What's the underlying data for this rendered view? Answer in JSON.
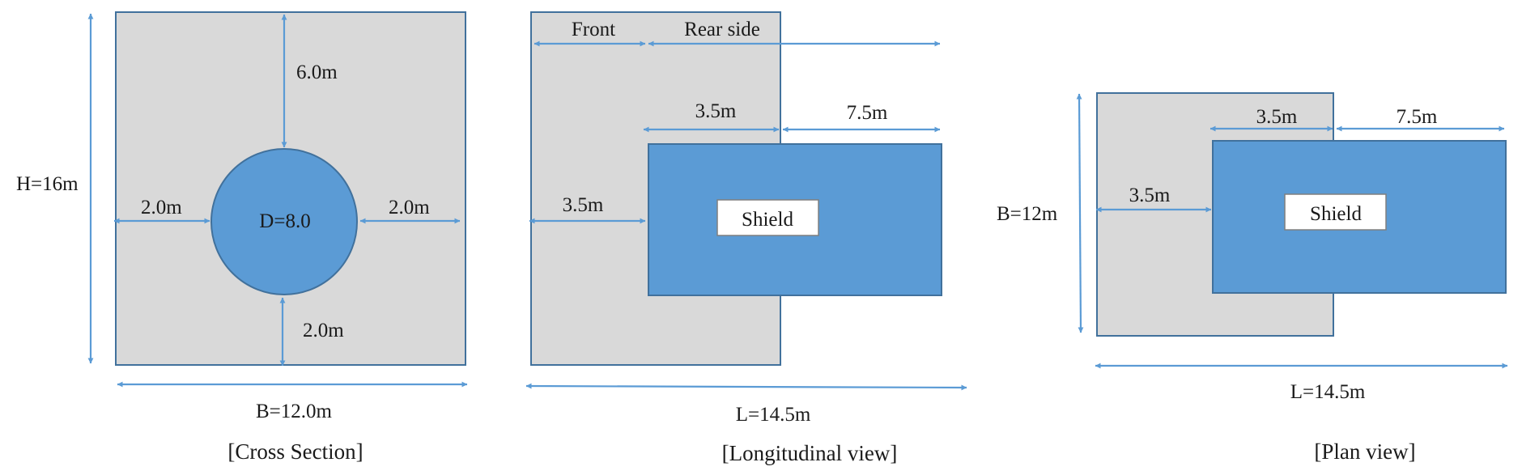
{
  "cross_section": {
    "height_label": "H=16m",
    "width_label": "B=12.0m",
    "top_cover_label": "6.0m",
    "bottom_cover_label": "2.0m",
    "left_clear_label": "2.0m",
    "right_clear_label": "2.0m",
    "diameter_label": "D=8.0",
    "caption": "[Cross Section]"
  },
  "longitudinal_view": {
    "front_label": "Front",
    "rear_label": "Rear side",
    "overlap_label": "3.5m",
    "rear_length_label": "7.5m",
    "front_length_label": "3.5m",
    "shield_label": "Shield",
    "length_label": "L=14.5m",
    "caption": "[Longitudinal view]"
  },
  "plan_view": {
    "width_label": "B=12m",
    "overlap_label": "3.5m",
    "rear_length_label": "7.5m",
    "front_length_label": "3.5m",
    "shield_label": "Shield",
    "length_label": "L=14.5m",
    "caption": "[Plan view]"
  },
  "colors": {
    "ground_fill": "#d9d9d9",
    "shield_fill": "#5b9bd5",
    "outline": "#41719c",
    "dimension_line": "#5b9bd5"
  }
}
